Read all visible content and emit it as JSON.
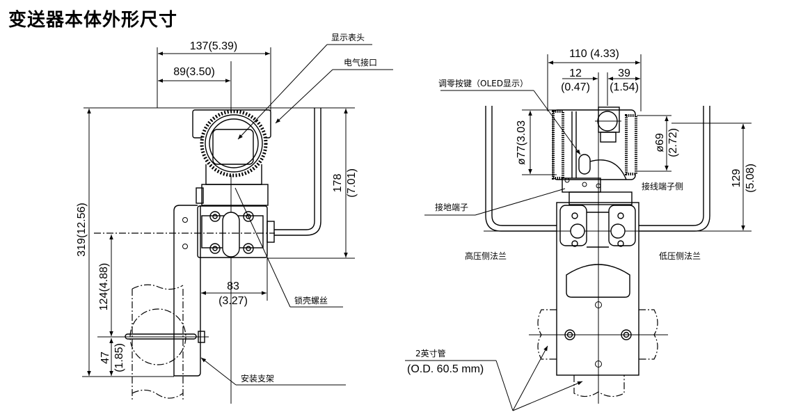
{
  "page": {
    "title": "变送器本体外形尺寸"
  },
  "side_view": {
    "dimensions": {
      "overall_width": "137(5.39)",
      "center_offset": "89(3.50)",
      "height_upper_value": "178",
      "height_upper_inch": "(7.01)",
      "total_height": "319(12.56)",
      "mid_height": "124(4.88)",
      "bottom_height_value": "47",
      "bottom_height_inch": "(1.85)",
      "bracket_offset_value": "83",
      "bracket_offset_inch": "(3.27)"
    },
    "callouts": {
      "display_head": "显示表头",
      "electrical_port": "电气接口",
      "lock_screw": "锁壳螺丝",
      "mounting_bracket": "安装支架"
    }
  },
  "front_view": {
    "dimensions": {
      "overall_width": "110 (4.33)",
      "left_offset_value": "12",
      "left_offset_inch": "(0.47)",
      "right_offset_value": "39",
      "right_offset_inch": "(1.54)",
      "left_diameter": "ø77(3.03",
      "right_diameter_value": "ø69",
      "right_diameter_inch": "(2.72)",
      "height_value": "129",
      "height_inch": "(5.08)"
    },
    "callouts": {
      "zero_button": "调零按键（OLED显示）",
      "terminal_side": "接线端子侧",
      "ground_terminal": "接地端子",
      "high_pressure_flange": "高压侧法兰",
      "low_pressure_flange": "低压侧法兰",
      "pipe_size": "2英寸管",
      "pipe_od": "(O.D. 60.5 mm)"
    }
  }
}
